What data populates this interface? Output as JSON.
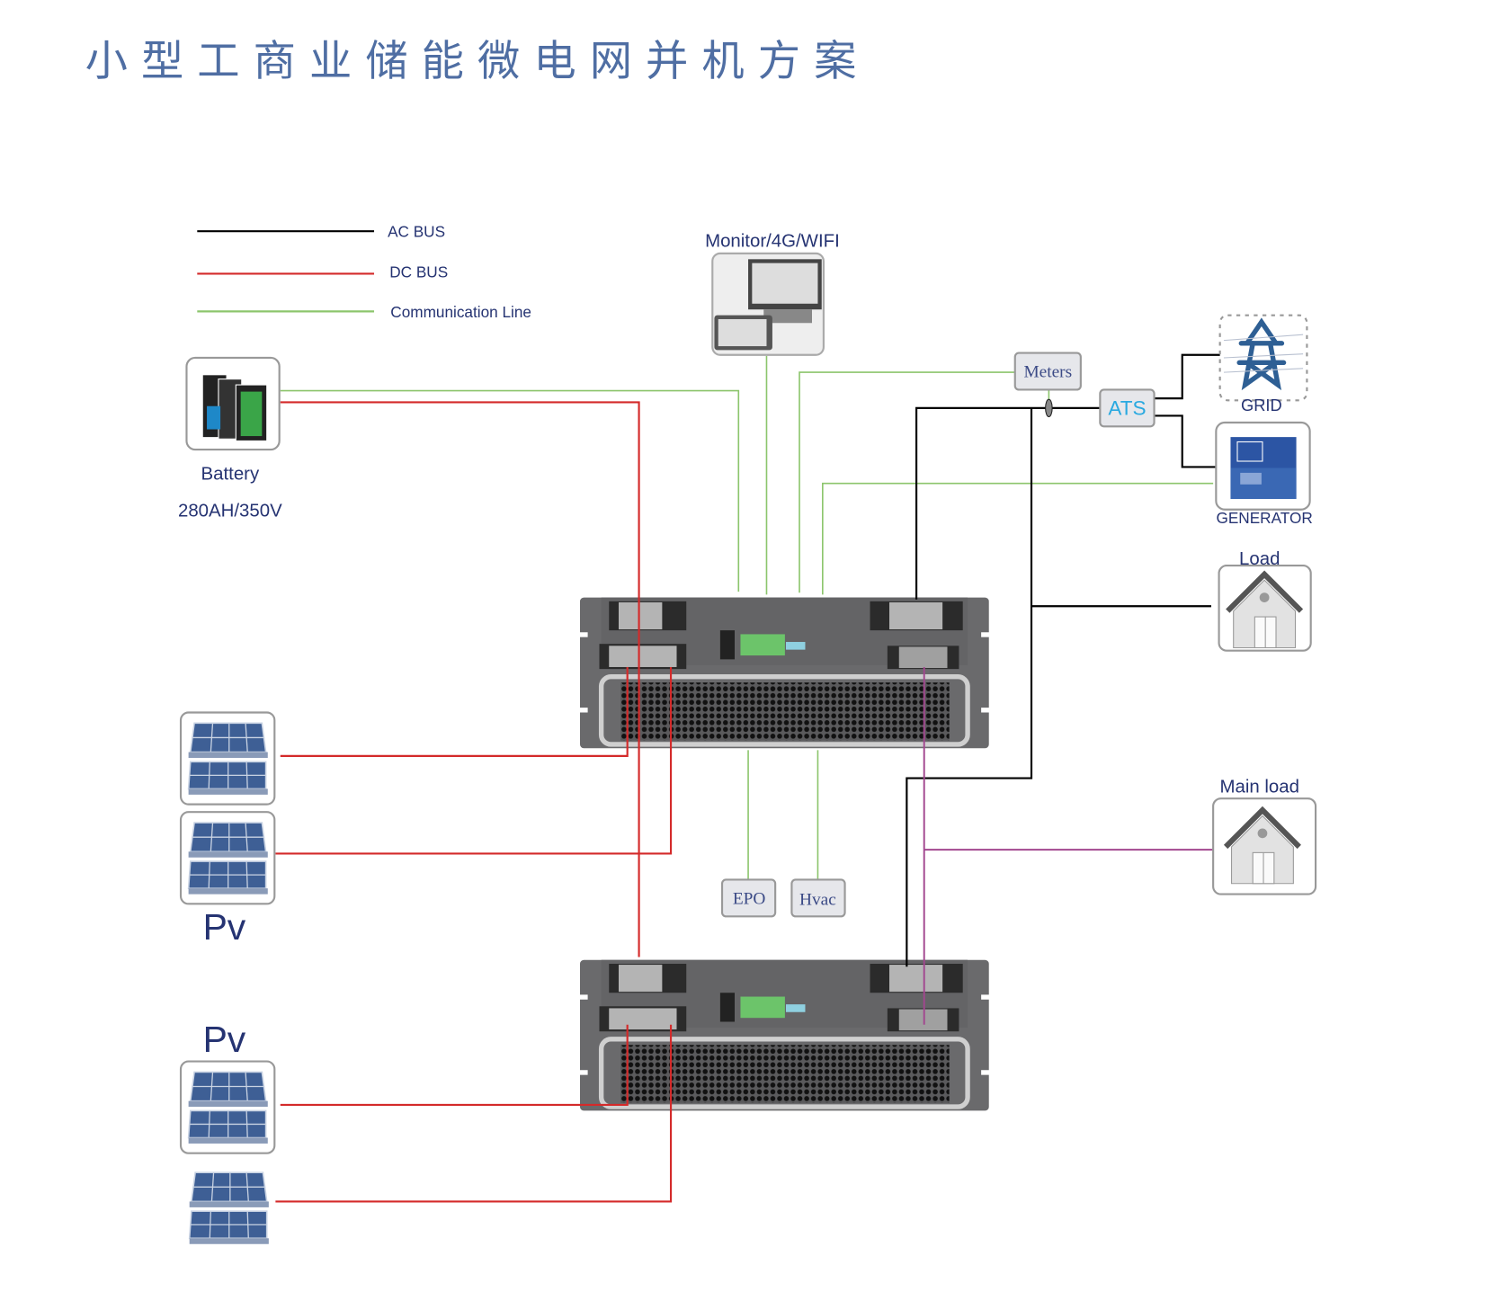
{
  "title": "小型工商业储能微电网并机方案",
  "legend": [
    {
      "label": "AC BUS",
      "color": "#000000"
    },
    {
      "label": "DC BUS",
      "color": "#d42a2a"
    },
    {
      "label": "Communication Line",
      "color": "#8cc56c"
    }
  ],
  "nodes": {
    "monitor": "Monitor/4G/WIFI",
    "battery": "Battery",
    "battery_spec": "280AH/350V",
    "meters": "Meters",
    "ats": "ATS",
    "grid": "GRID",
    "generator": "GENERATOR",
    "load": "Load",
    "main_load": "Main load",
    "epo": "EPO",
    "hvac": "Hvac",
    "pv_top": "Pv",
    "pv_bottom": "Pv"
  },
  "colors": {
    "ac": "#000000",
    "dc": "#d42a2a",
    "comm": "#8cc56c",
    "load_line": "#a2478f",
    "ats_text": "#29a9e0",
    "device": "#6a6a6c"
  }
}
